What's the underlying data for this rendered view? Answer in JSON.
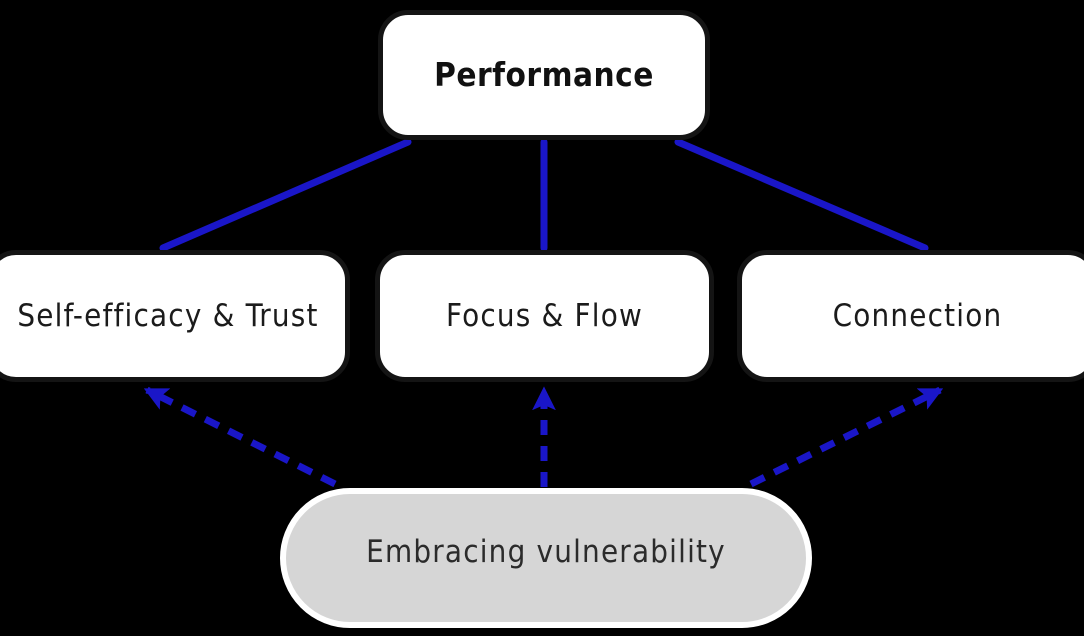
{
  "diagram": {
    "background_color": "#000000",
    "accent_color": "#1a16c8",
    "node_fill": "#ffffff",
    "node_border": "#141414",
    "highlight_fill": "#d6d6d6",
    "highlight_border": "#ffffff",
    "nodes": {
      "performance": {
        "label": "Performance"
      },
      "self_efficacy": {
        "label": "Self-efficacy & Trust"
      },
      "focus_flow": {
        "label": "Focus & Flow"
      },
      "connection": {
        "label": "Connection"
      },
      "vulnerability": {
        "label": "Embracing vulnerability"
      }
    },
    "connectors": [
      {
        "name": "performance-to-self-efficacy",
        "style": "solid",
        "arrow": false
      },
      {
        "name": "performance-to-focus-flow",
        "style": "solid",
        "arrow": false
      },
      {
        "name": "performance-to-connection",
        "style": "solid",
        "arrow": false
      },
      {
        "name": "vulnerability-to-self-efficacy",
        "style": "dashed",
        "arrow": true
      },
      {
        "name": "vulnerability-to-focus-flow",
        "style": "dashed",
        "arrow": true
      },
      {
        "name": "vulnerability-to-connection",
        "style": "dashed",
        "arrow": true
      }
    ]
  }
}
